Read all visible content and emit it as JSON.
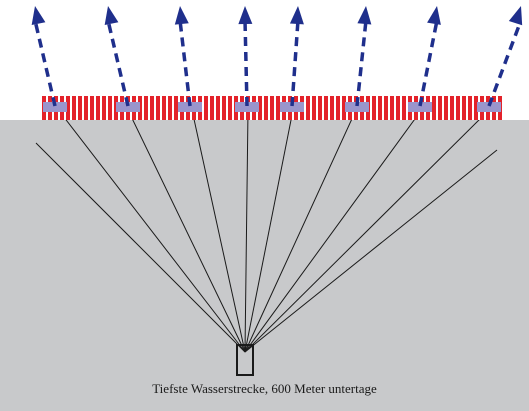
{
  "caption": "Tiefste Wasserstrecke, 600 Meter untertage",
  "colors": {
    "ground": "#c8c9cb",
    "sky": "#ffffff",
    "detector_stripe": "#e3222a",
    "detector_module": "#9a95cc",
    "arrow": "#1f2f8c",
    "track_line": "#1a1a1a",
    "source_box": "#1a1a1a"
  },
  "elements": {
    "detector_array": "detector-strip",
    "source": "water-gallery-box",
    "arrows": "upward-particle-arrows",
    "tracks": "particle-tracks"
  }
}
